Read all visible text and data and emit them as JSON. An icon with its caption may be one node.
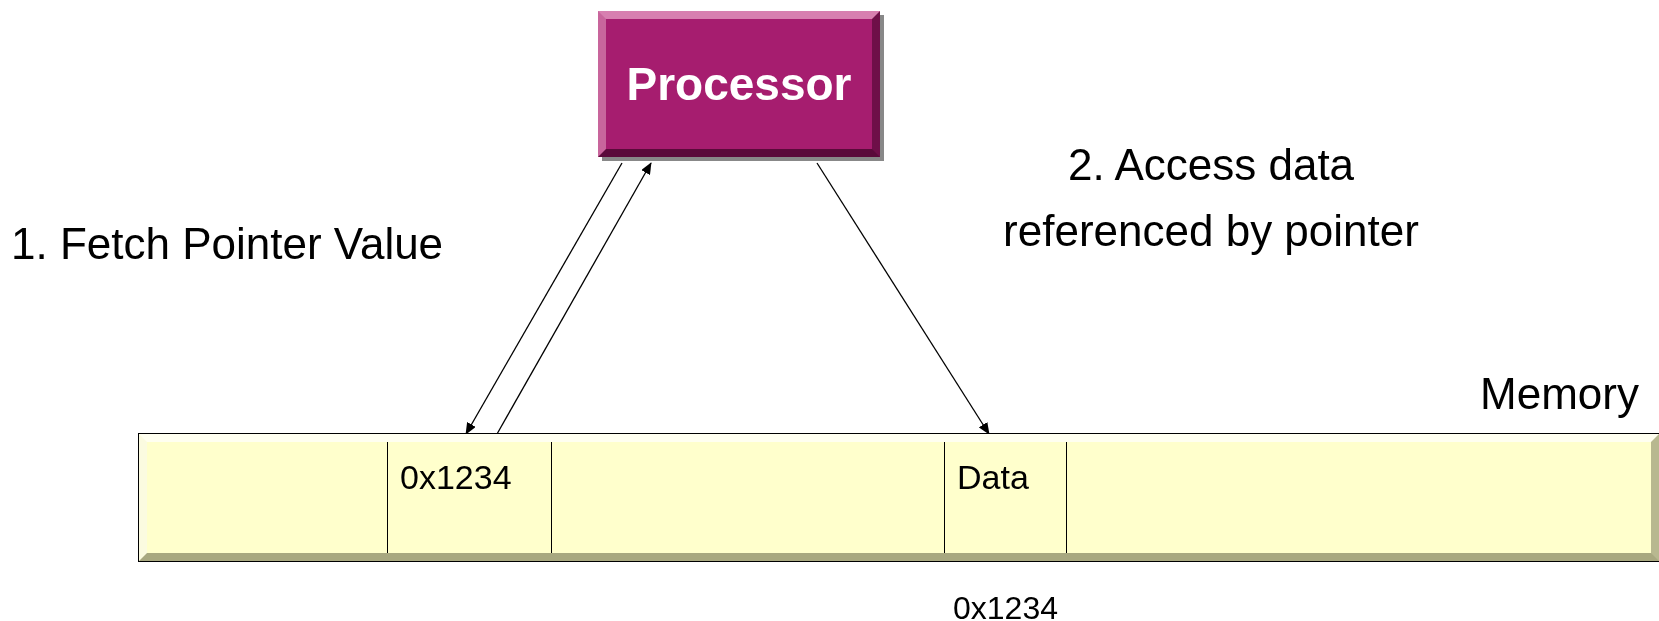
{
  "diagram": {
    "nodes": [
      {
        "text": [
          "Processor"
        ]
      },
      {
        "text": [
          "Memory"
        ]
      },
      {
        "text": [],
        "shape": "box",
        "in": 1
      },
      {
        "text": [
          "0x1234"
        ],
        "in": 1
      },
      {
        "text": [],
        "shape": "box",
        "in": 1
      },
      {
        "text": [
          "Data"
        ],
        "in": 1,
        "beside": [
          "0x1234"
        ]
      },
      {
        "text": [],
        "shape": "box",
        "in": 1
      }
    ],
    "edges": [
      {
        "from": 0,
        "to": 3,
        "arrow": "to"
      },
      {
        "from": 3,
        "to": 0,
        "arrow": "to"
      },
      {
        "from": 0,
        "to": 5,
        "arrow": "to"
      }
    ],
    "labels": [
      "1. Fetch Pointer Value",
      "2. Access data referenced by pointer"
    ]
  }
}
